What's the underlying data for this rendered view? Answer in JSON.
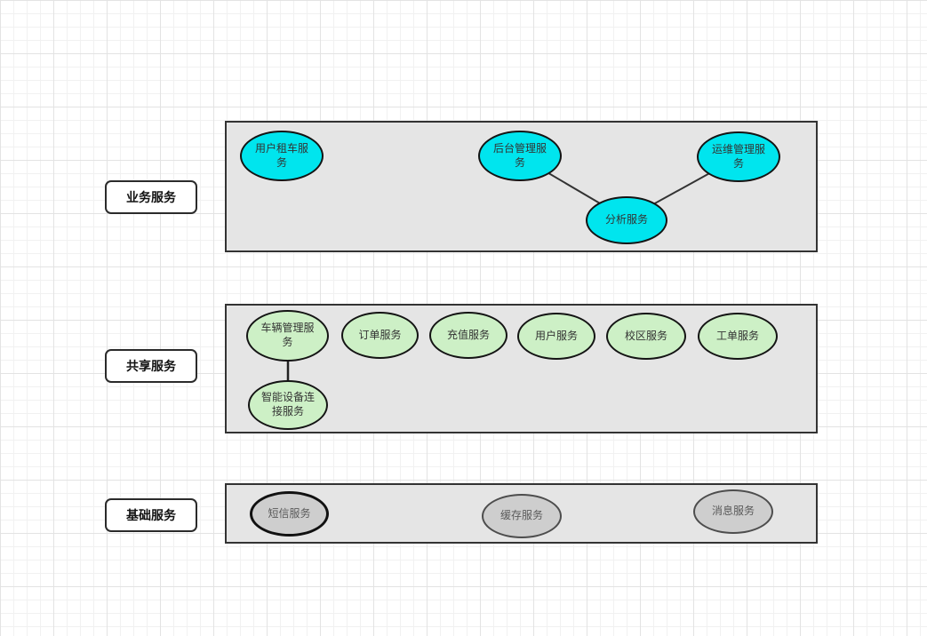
{
  "canvas": {
    "background": "#ffffff",
    "grid_minor_color": "#f1f1f1",
    "grid_major_color": "#e3e3e3"
  },
  "layers": [
    {
      "label": "业务服务",
      "container_fill": "#e5e5e5",
      "node_fill": "#00e5ee",
      "nodes": [
        {
          "text": "用户租车服务"
        },
        {
          "text": "后台管理服务"
        },
        {
          "text": "运维管理服务"
        },
        {
          "text": "分析服务"
        }
      ]
    },
    {
      "label": "共享服务",
      "container_fill": "#e5e5e5",
      "node_fill": "#cdf0c6",
      "nodes": [
        {
          "text": "车辆管理服务"
        },
        {
          "text": "订单服务"
        },
        {
          "text": "充值服务"
        },
        {
          "text": "用户服务"
        },
        {
          "text": "校区服务"
        },
        {
          "text": "工单服务"
        },
        {
          "text": "智能设备连接服务"
        }
      ]
    },
    {
      "label": "基础服务",
      "container_fill": "#e5e5e5",
      "node_fill": "#cecece",
      "nodes": [
        {
          "text": "短信服务"
        },
        {
          "text": "缓存服务"
        },
        {
          "text": "消息服务"
        }
      ]
    }
  ],
  "edges": [
    {
      "from": "后台管理服务",
      "to": "分析服务"
    },
    {
      "from": "运维管理服务",
      "to": "分析服务"
    },
    {
      "from": "车辆管理服务",
      "to": "智能设备连接服务"
    }
  ]
}
